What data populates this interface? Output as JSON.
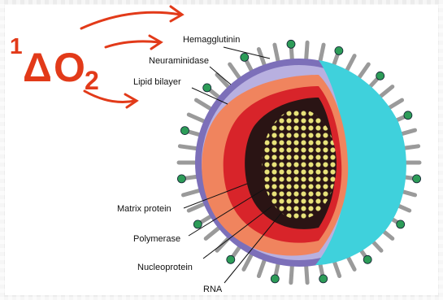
{
  "formula": {
    "superscript": "1",
    "delta": "Δ",
    "species": "O",
    "subscript": "2",
    "color": "#e23a19"
  },
  "labels": {
    "hemagglutinin": "Hemagglutinin",
    "neuraminidase": "Neuraminidase",
    "lipid_bilayer": "Lipid bilayer",
    "matrix_protein": "Matrix protein",
    "polymerase": "Polymerase",
    "nucleoprotein": "Nucleoprotein",
    "rna": "RNA"
  },
  "colors": {
    "arrow": "#e23a19",
    "envelope_outer": "#7c6fb9",
    "envelope_inner": "#b8b0e0",
    "cutaway_surface": "#3fd1dc",
    "matrix_layer": "#f0845e",
    "capsid_red": "#d8242a",
    "core_dark": "#2a1414",
    "nucleoprotein_yellow": "#e9e27a",
    "spike_gray": "#9a9a9a",
    "spike_green": "#2d9c58"
  }
}
